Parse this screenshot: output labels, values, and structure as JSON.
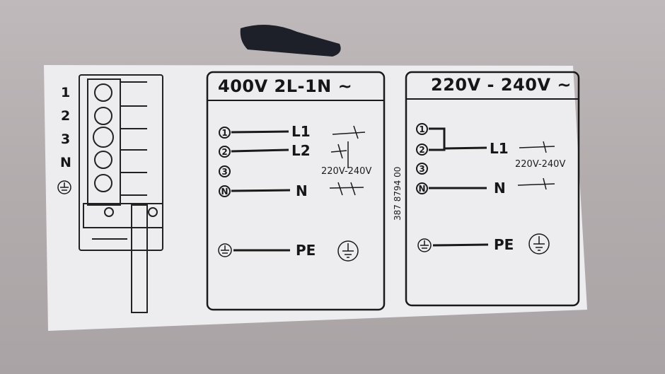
{
  "terminal_block": {
    "labels": [
      "1",
      "2",
      "3",
      "N"
    ]
  },
  "box_400v": {
    "title": "400V  2L-1N ~",
    "circles": [
      "1",
      "2",
      "3",
      "N"
    ],
    "wires": [
      "L1",
      "L2",
      "N"
    ],
    "pe_label": "PE",
    "voltage_note": "220V-240V"
  },
  "part_number": "387 8794 00",
  "box_220v": {
    "title": "220V - 240V ~",
    "circles": [
      "1",
      "2",
      "3",
      "N"
    ],
    "wires": [
      "L1",
      "N"
    ],
    "pe_label": "PE",
    "voltage_note": "220V-240V"
  }
}
